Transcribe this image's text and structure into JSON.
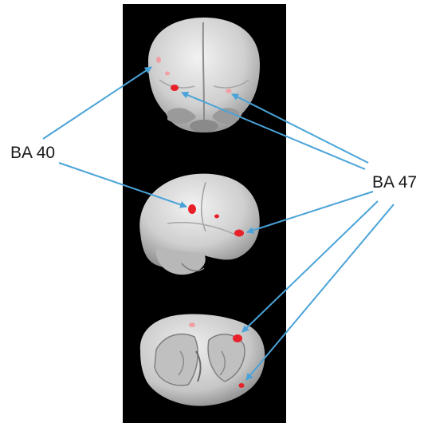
{
  "labels": {
    "ba40": "BA 40",
    "ba47": "BA 47"
  },
  "colors": {
    "background_panel": "#000000",
    "brain_surface": "#d4d4d4",
    "activation": "#e8202a",
    "activation_faint": "#f0a0a4",
    "arrow": "#4aa3d8"
  },
  "views": [
    "frontal-view",
    "lateral-view",
    "inferior-view"
  ]
}
